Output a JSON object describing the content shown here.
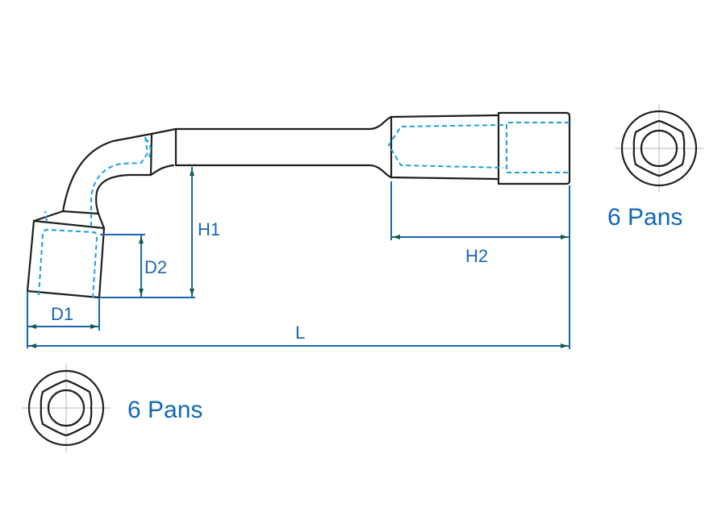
{
  "drawing": {
    "subject": "L-shaped pipe socket wrench (clé à pipe)",
    "colors": {
      "outline": "#1f1f1f",
      "hidden_lines": "#1aa0e0",
      "dimension_lines": "#1a66b0",
      "label_text": "#1068b5"
    }
  },
  "dimensions": {
    "d1": "D1",
    "d2": "D2",
    "h1": "H1",
    "h2": "H2",
    "l": "L"
  },
  "end_views": {
    "small_end": {
      "label": "6 Pans",
      "icon": "hex-socket-end-view"
    },
    "large_end": {
      "label": "6 Pans",
      "icon": "hex-socket-end-view"
    }
  }
}
